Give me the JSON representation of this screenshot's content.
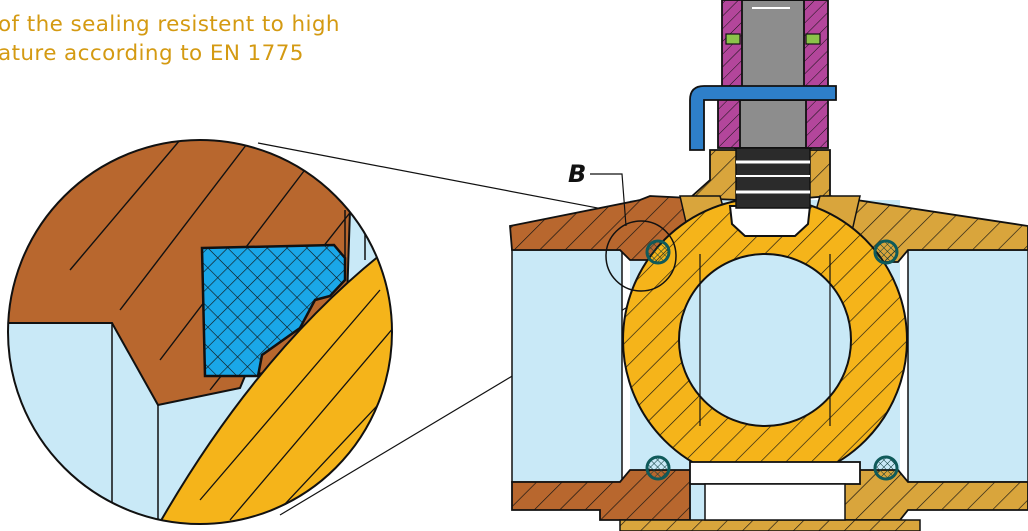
{
  "caption": {
    "line1": "of the sealing resistent to high",
    "line2": "ature according to EN 1775"
  },
  "callout": {
    "label": "B"
  },
  "colors": {
    "caption": "#d49a12",
    "body_brass": "#d9a53c",
    "body_copper": "#b8672e",
    "ball": "#f5b41a",
    "bore": "#c9e9f7",
    "seal": "#1aa7e8",
    "seal_dark": "#0f5a5a",
    "handle": "#2e7fc9",
    "nut": "#b3469b",
    "oring": "#8bc34a",
    "stem": "#8d8d8d",
    "outline": "#111111"
  },
  "icons": {
    "detail": "magnified-seal-detail",
    "valve": "ball-valve-section"
  }
}
